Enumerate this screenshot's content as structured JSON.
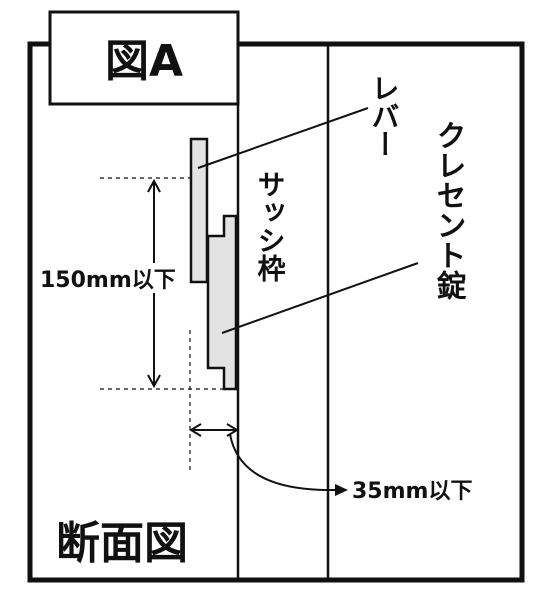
{
  "title": "図A",
  "labels": {
    "lever": "レバー",
    "sash_frame": "サッシ枠",
    "crescent_lock": "クレセント錠",
    "height_limit": "150mm以下",
    "depth_limit": "35mm以下",
    "section_view": "断面図"
  },
  "colors": {
    "line": "#111111",
    "lock_fill": "#e3e3e3",
    "background": "#ffffff"
  }
}
